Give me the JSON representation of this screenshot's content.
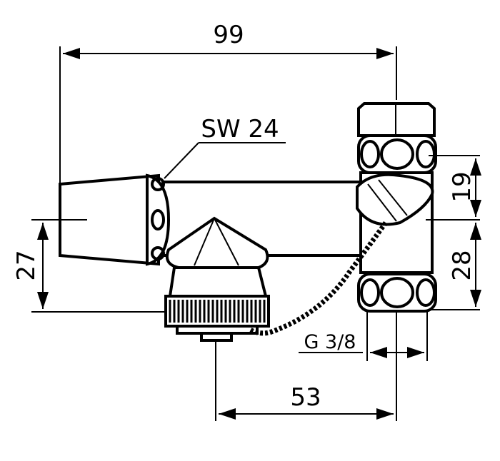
{
  "drawing": {
    "dimensions": {
      "overall_width": "99",
      "wrench_size": "SW 24",
      "upper_height": "19",
      "lower_height": "28",
      "left_height": "27",
      "bottom_width": "53",
      "thread": "G 3/8"
    }
  }
}
